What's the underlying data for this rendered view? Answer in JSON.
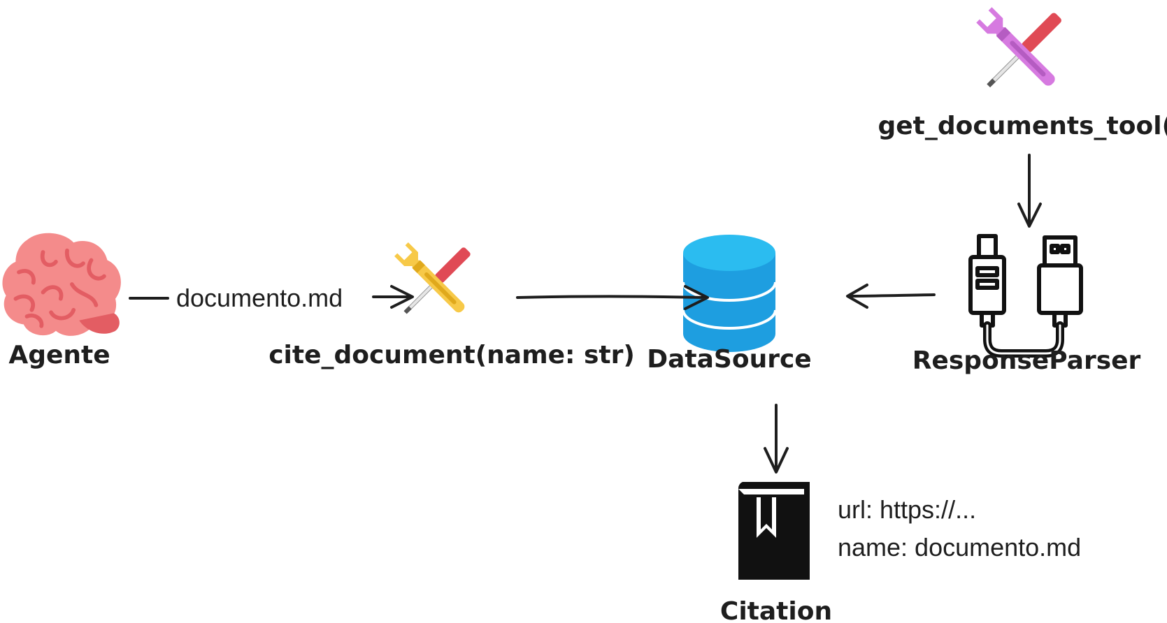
{
  "nodes": {
    "agente": {
      "label": "Agente",
      "icon": "brain-icon"
    },
    "cite_document": {
      "label": "cite_document(name: str)",
      "icon": "tools-icon"
    },
    "datasource": {
      "label": "DataSource",
      "icon": "database-icon"
    },
    "response_parser": {
      "label": "ResponseParser",
      "icon": "usb-cable-icon"
    },
    "get_documents_tool": {
      "label": "get_documents_tool()",
      "icon": "tools-icon"
    },
    "citation": {
      "label": "Citation",
      "icon": "bookmark-book-icon"
    }
  },
  "edges": {
    "agente_to_cite": {
      "label": "documento.md"
    }
  },
  "citation_fields": {
    "url": "url: https://...",
    "name": "name: documento.md"
  },
  "colors": {
    "brain": "#f48b8b",
    "brain_dark": "#e35d63",
    "wrench_yellow": "#f7c948",
    "wrench_purple": "#d67ae0",
    "screwdriver_red": "#e04a55",
    "database_top": "#2bbcf0",
    "database_body": "#1e9ee0",
    "ink": "#1e1e1e"
  }
}
